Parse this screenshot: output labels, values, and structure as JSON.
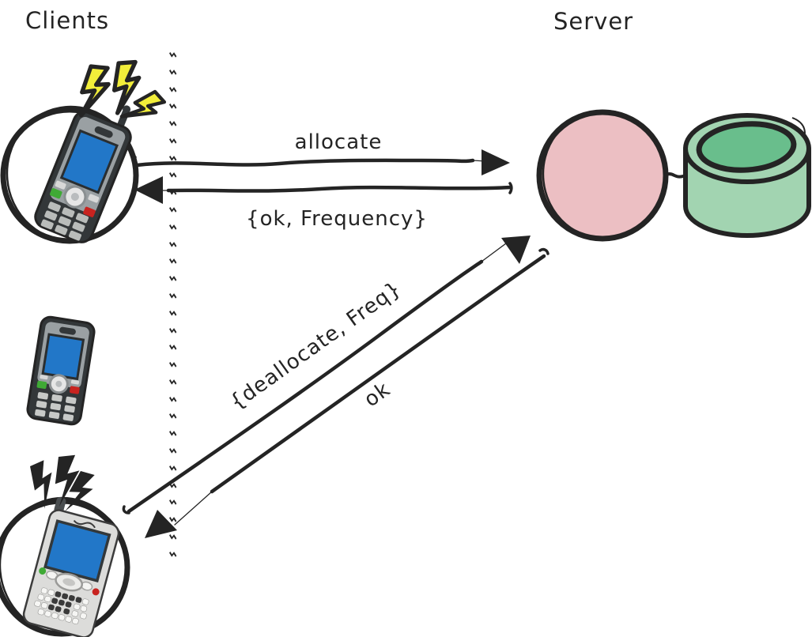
{
  "titles": {
    "clients": "Clients",
    "server": "Server"
  },
  "arrows": [
    {
      "label": "allocate",
      "from": "client",
      "to": "server",
      "direction": "right"
    },
    {
      "label": "{ok, Frequency}",
      "from": "server",
      "to": "client",
      "direction": "left"
    },
    {
      "label": "{deallocate, Freq}",
      "from": "client",
      "to": "server",
      "direction": "up-right"
    },
    {
      "label": "ok",
      "from": "server",
      "to": "client",
      "direction": "down-left"
    }
  ],
  "divider": {
    "glyph": "ϟ",
    "count": 30
  },
  "colors": {
    "ink": "#242424",
    "server_circle": "#ecbfc3",
    "db_body": "#a2d4b1",
    "db_top": "#69be8c",
    "screen_blue": "#2277c8",
    "bolt_yellow": "#f2ee3a",
    "phone_dark": "#333739",
    "phone_face": "#9aa0a3",
    "pda_body": "#dcdcda",
    "key_green": "#3faa35",
    "key_red": "#c8231f"
  }
}
